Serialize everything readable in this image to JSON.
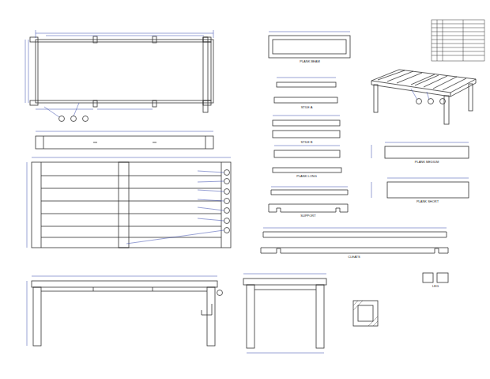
{
  "diagram": {
    "labels": [
      "PLANK BEAM",
      "STILE A",
      "STILE B",
      "PLANK LONG",
      "SUPPORT",
      "CLEATS",
      "PLANK MEDIUM",
      "PLANK SHORT",
      "LEG"
    ]
  }
}
